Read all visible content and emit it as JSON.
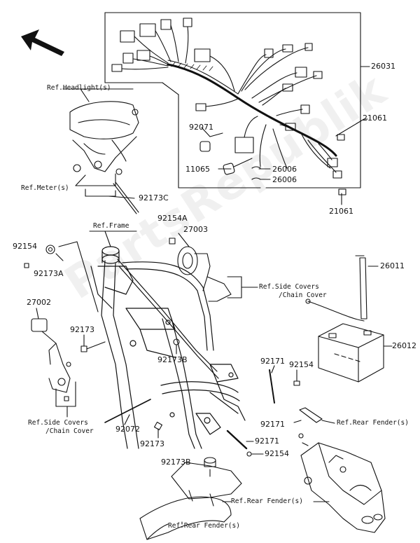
{
  "watermark": "PartsRepublik",
  "refs": {
    "headlight": "Ref.Headlight(s)",
    "meter": "Ref.Meter(s)",
    "frame": "Ref.Frame",
    "side_covers_right": [
      "Ref.Side Covers",
      "/Chain Cover"
    ],
    "side_covers_left": [
      "Ref.Side Covers",
      "/Chain Cover"
    ],
    "rear_fender_1": "Ref.Rear Fender(s)",
    "rear_fender_2": "Ref.Rear Fender(s)",
    "rear_fender_3": "Ref.Rear Fender(s)"
  },
  "parts": {
    "p26031": "26031",
    "p21061_top": "21061",
    "p21061_bottom": "21061",
    "p92071": "92071",
    "p11065": "11065",
    "p26006_a": "26006",
    "p26006_b": "26006",
    "p92173C": "92173C",
    "p92154_left": "92154",
    "p92173A": "92173A",
    "p92154A": "92154A",
    "p27003": "27003",
    "p26011": "26011",
    "p27002": "27002",
    "p92173_mid": "92173",
    "p92173B_mid": "92173B",
    "p26012": "26012",
    "p92171_a": "92171",
    "p92154_mid": "92154",
    "p92072": "92072",
    "p92171_b": "92171",
    "p92171_c": "92171",
    "p92173_bottom": "92173",
    "p92154_bottom": "92154",
    "p92173B_bottom": "92173B"
  }
}
